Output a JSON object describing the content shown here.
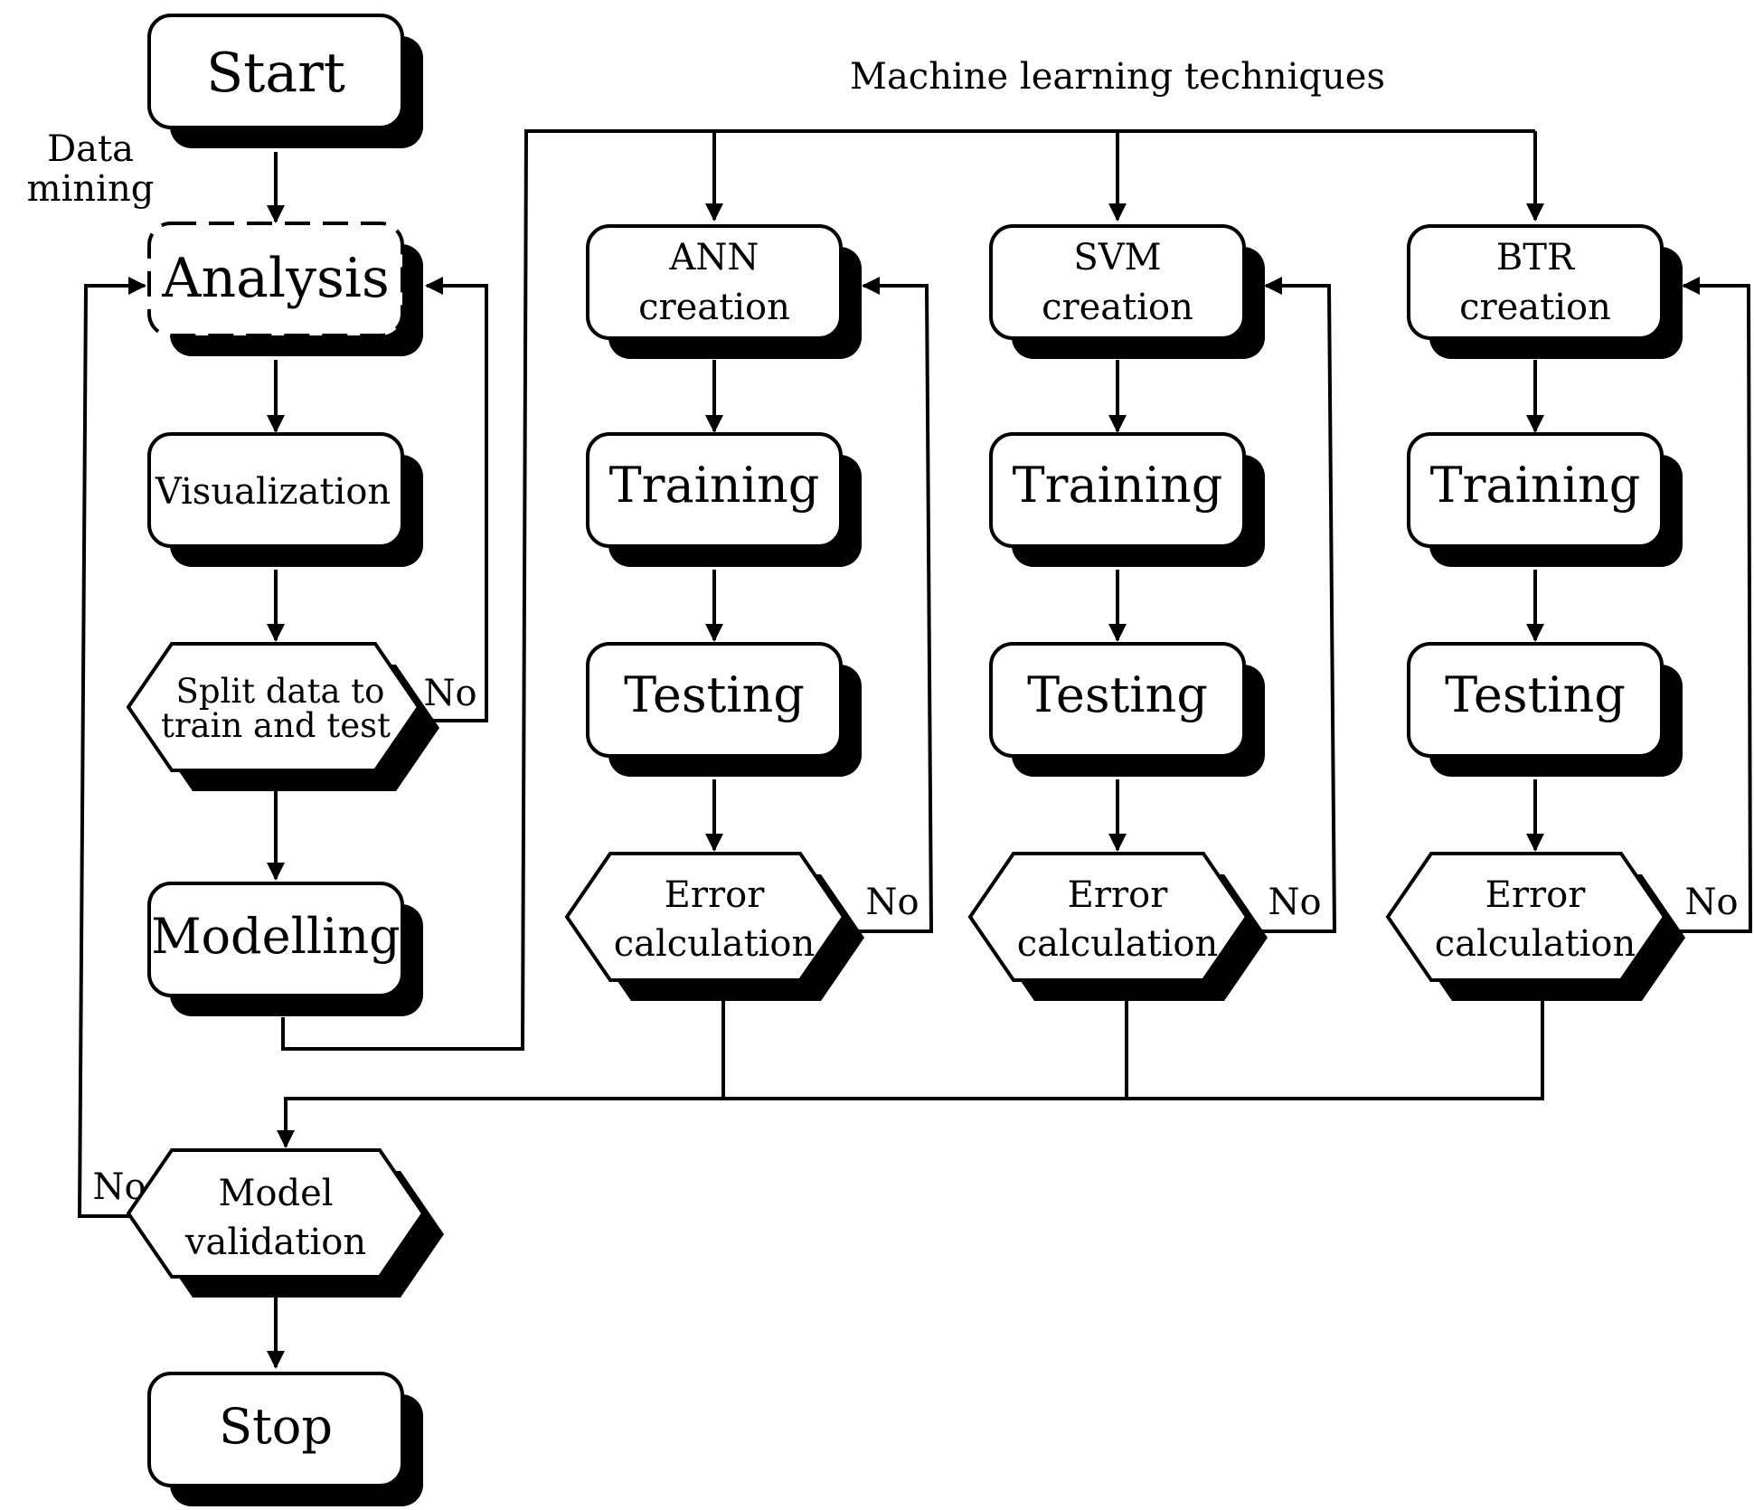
{
  "header": "Machine learning techniques",
  "side_label": [
    "Data",
    "mining"
  ],
  "main_flow": {
    "start": "Start",
    "analysis": "Analysis",
    "visualization": "Visualization",
    "split": [
      "Split data to",
      "train and test"
    ],
    "modelling": "Modelling",
    "validation": [
      "Model",
      "validation"
    ],
    "stop": "Stop"
  },
  "branches": [
    {
      "name": "ANN",
      "creation": [
        "ANN",
        "creation"
      ],
      "training": "Training",
      "testing": "Testing",
      "error": [
        "Error",
        "calculation"
      ],
      "no": "No"
    },
    {
      "name": "SVM",
      "creation": [
        "SVM",
        "creation"
      ],
      "training": "Training",
      "testing": "Testing",
      "error": [
        "Error",
        "calculation"
      ],
      "no": "No"
    },
    {
      "name": "BTR",
      "creation": [
        "BTR",
        "creation"
      ],
      "training": "Training",
      "testing": "Testing",
      "error": [
        "Error",
        "calculation"
      ],
      "no": "No"
    }
  ],
  "no_labels": {
    "split": "No",
    "validation": "No"
  }
}
